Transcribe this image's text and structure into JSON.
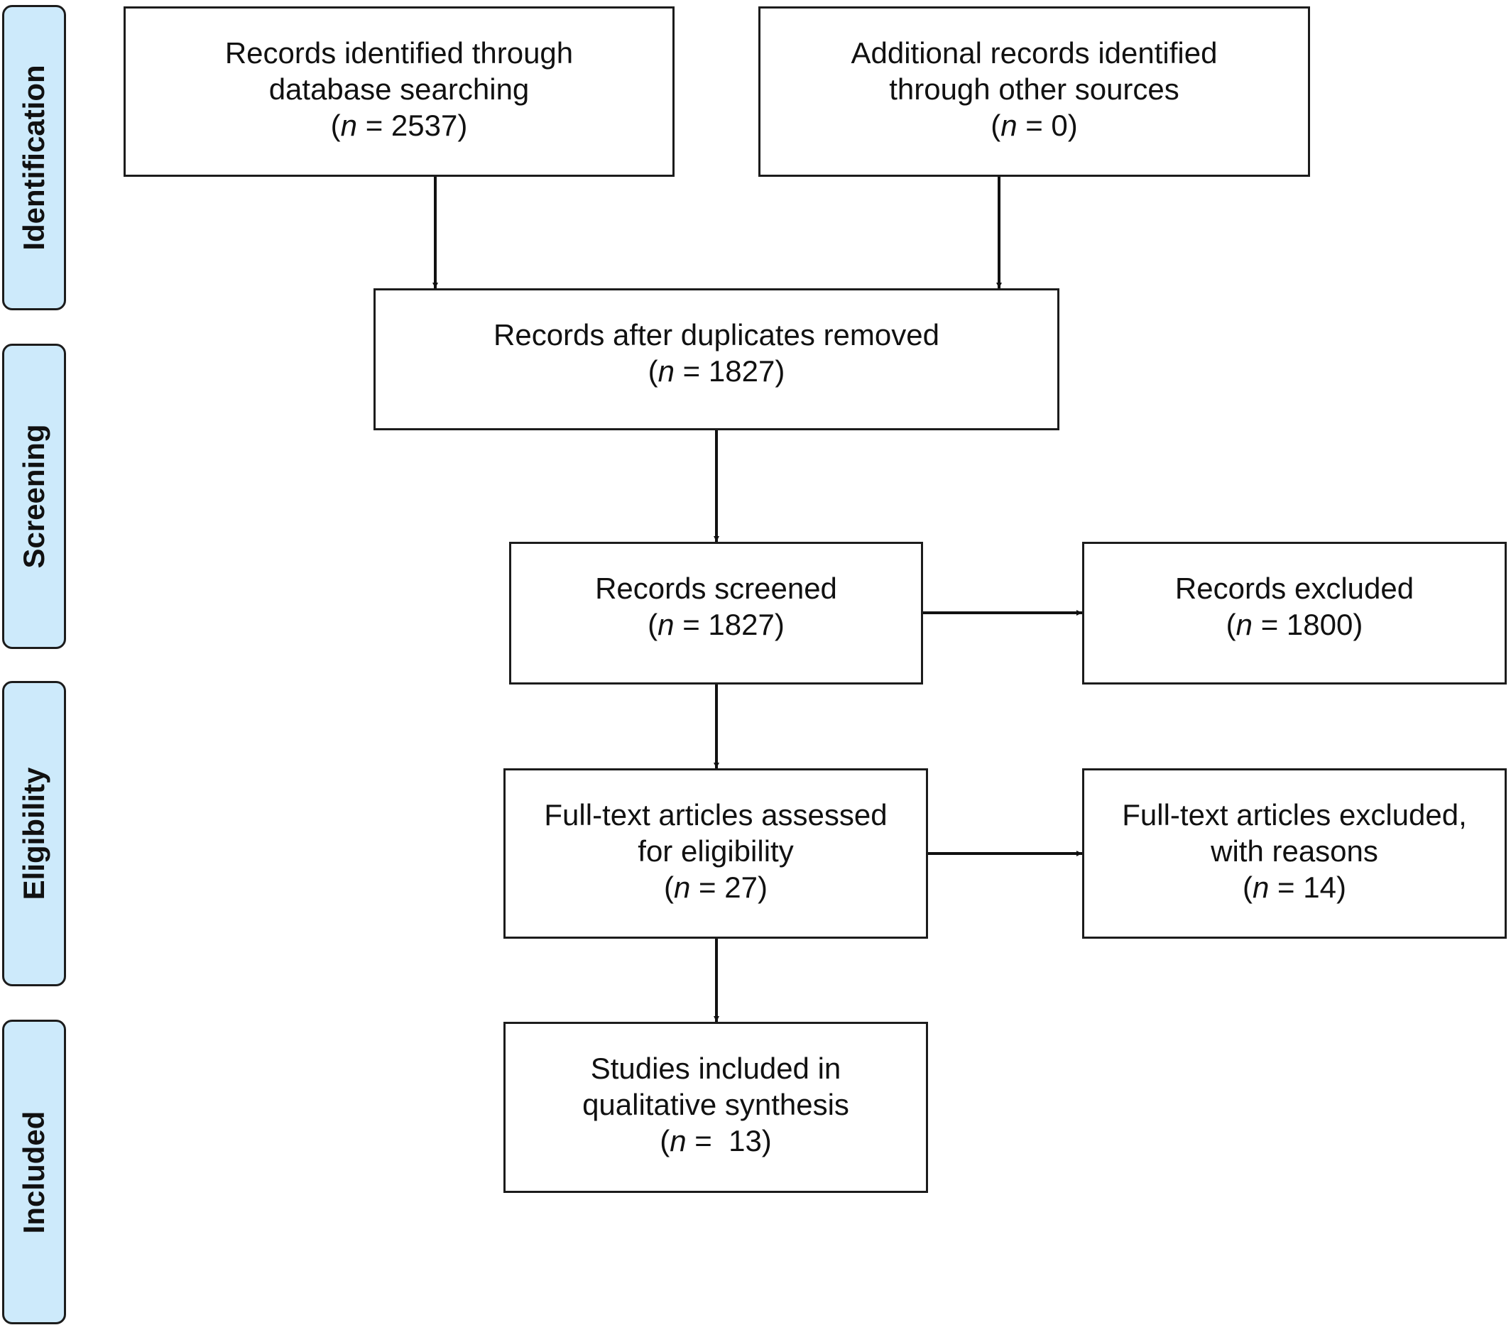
{
  "phases": {
    "identification": "Identification",
    "screening": "Screening",
    "eligibility": "Eligibility",
    "included": "Included"
  },
  "boxes": {
    "db_search": {
      "lines": [
        "Records identified through",
        "database searching"
      ],
      "n_prefix": "(",
      "n_var": "n",
      "n_value": " = 2537)"
    },
    "other_sources": {
      "lines": [
        "Additional records identified",
        "through other sources"
      ],
      "n_prefix": "(",
      "n_var": "n",
      "n_value": " = 0)"
    },
    "after_duplicates": {
      "lines": [
        "Records after duplicates removed"
      ],
      "n_prefix": "(",
      "n_var": "n",
      "n_value": " = 1827)"
    },
    "screened": {
      "lines": [
        "Records screened"
      ],
      "n_prefix": "(",
      "n_var": "n",
      "n_value": " = 1827)"
    },
    "excluded": {
      "lines": [
        "Records excluded"
      ],
      "n_prefix": "(",
      "n_var": "n",
      "n_value": " = 1800)"
    },
    "fulltext_assessed": {
      "lines": [
        "Full-text articles assessed",
        "for eligibility"
      ],
      "n_prefix": "(",
      "n_var": "n",
      "n_value": " = 27)"
    },
    "fulltext_excluded": {
      "lines": [
        "Full-text articles excluded,",
        "with reasons"
      ],
      "n_prefix": "(",
      "n_var": "n",
      "n_value": " = 14)"
    },
    "included": {
      "lines": [
        "Studies included in",
        "qualitative synthesis"
      ],
      "n_prefix": "(",
      "n_var": "n",
      "n_value": " =  13)"
    }
  }
}
